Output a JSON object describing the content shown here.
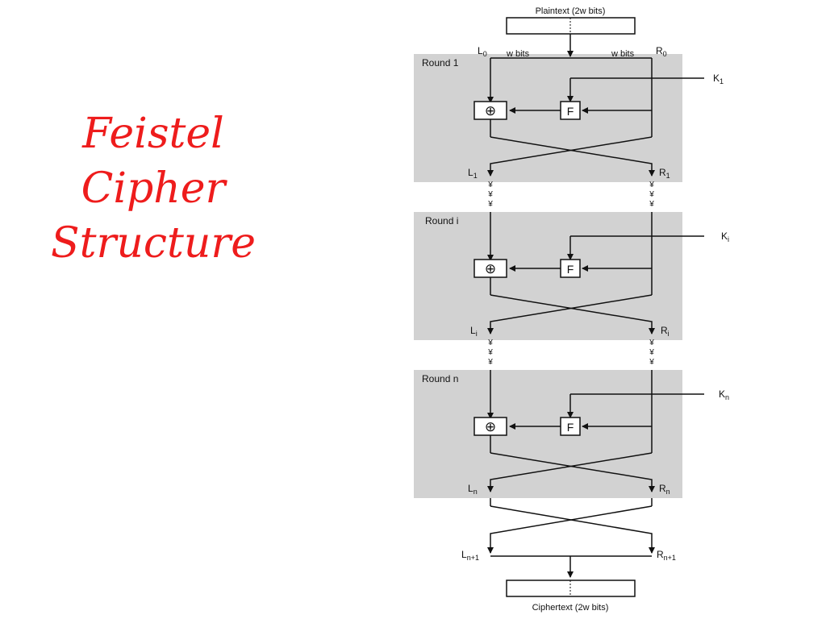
{
  "title": {
    "lines": [
      "Feistel",
      "Cipher",
      "Structure"
    ]
  },
  "plaintext_label": "Plaintext (2w bits)",
  "ciphertext_label": "Ciphertext (2w bits)",
  "width_label_left": "w bits",
  "width_label_right": "w bits",
  "xor_symbol": "⊕",
  "f_label": "F",
  "continuation_mark": "¥",
  "rounds": [
    {
      "name": "Round 1",
      "key": "K",
      "key_sub": "1",
      "out_left": "L",
      "out_left_sub": "1",
      "out_right": "R",
      "out_right_sub": "1"
    },
    {
      "name": "Round i",
      "key": "K",
      "key_sub": "i",
      "out_left": "L",
      "out_left_sub": "i",
      "out_right": "R",
      "out_right_sub": "i"
    },
    {
      "name": "Round n",
      "key": "K",
      "key_sub": "n",
      "out_left": "L",
      "out_left_sub": "n",
      "out_right": "R",
      "out_right_sub": "n"
    }
  ],
  "inputs": {
    "left": "L",
    "left_sub": "0",
    "right": "R",
    "right_sub": "0"
  },
  "final": {
    "left": "L",
    "left_sub": "n+1",
    "right": "R",
    "right_sub": "n+1"
  },
  "colors": {
    "title": "#ee1c1c",
    "round_bg": "#d2d2d2",
    "line": "#111111"
  }
}
